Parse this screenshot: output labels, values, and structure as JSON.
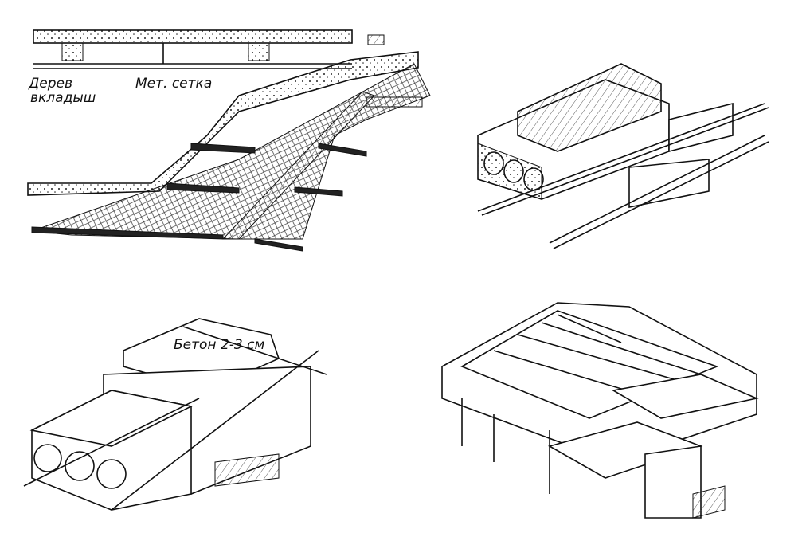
{
  "figures": [
    {
      "id": "mesh-slab",
      "labels": {
        "wood_insert_line1": "Дерев",
        "wood_insert_line2": "вкладыш",
        "metal_mesh": "Мет. сетка"
      }
    },
    {
      "id": "hollow-block-beam"
    },
    {
      "id": "concrete-topping",
      "labels": {
        "concrete": "Бетон 2-3 см"
      }
    },
    {
      "id": "panel-floor-assembly"
    }
  ]
}
